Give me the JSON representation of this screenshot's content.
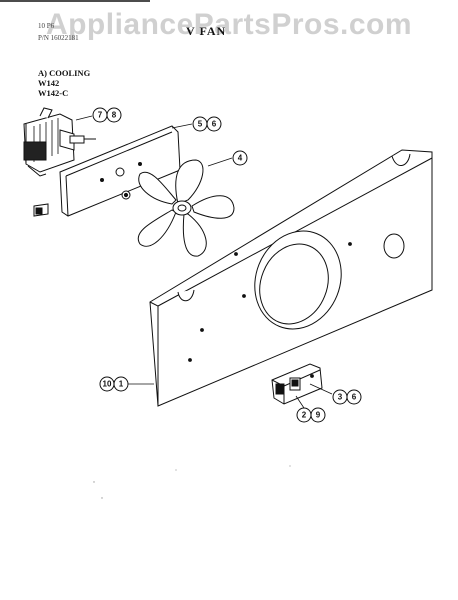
{
  "watermark": "AppliancePartsPros.com",
  "header": {
    "page_no": "10  P6",
    "part_number": "P/N 16022181",
    "section_title": "V FAN"
  },
  "model_block": {
    "line1": "A) COOLING",
    "line2": "W142",
    "line3": "W142-C"
  },
  "callouts": [
    {
      "id": "motor",
      "labels": [
        "7",
        "8"
      ]
    },
    {
      "id": "bracket",
      "labels": [
        "5",
        "6"
      ]
    },
    {
      "id": "fan",
      "labels": [
        "4"
      ]
    },
    {
      "id": "panel",
      "labels": [
        "10",
        "1"
      ]
    },
    {
      "id": "switch-a",
      "labels": [
        "3",
        "6"
      ]
    },
    {
      "id": "switch-b",
      "labels": [
        "2",
        "9"
      ]
    }
  ]
}
